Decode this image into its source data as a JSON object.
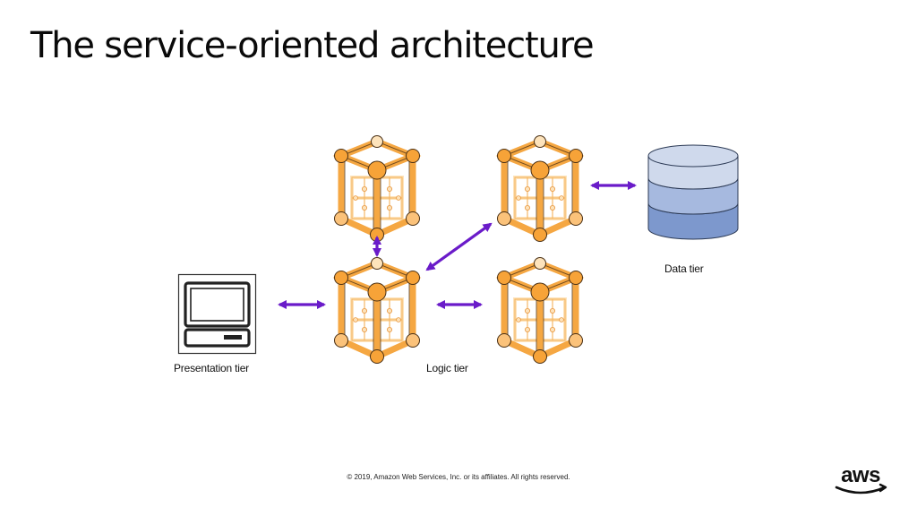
{
  "slide": {
    "title": "The service-oriented architecture",
    "footer": "© 2019, Amazon Web Services, Inc. or its affiliates. All rights reserved.",
    "logo_text": "aws"
  },
  "diagram": {
    "nodes": {
      "presentation_label": "Presentation tier",
      "logic_label": "Logic tier",
      "data_label": "Data tier"
    },
    "colors": {
      "arrow": "#6a1bc9",
      "cube_frame": "#f5a742",
      "cube_inner": "#fde3bb",
      "cube_ball": "#f7a338",
      "db_top": "#cfd9ec",
      "db_mid": "#a6b9df",
      "db_bottom": "#7d98cd"
    },
    "icons": [
      "computer-icon",
      "microservice-icon",
      "database-icon",
      "aws-logo-icon"
    ]
  }
}
